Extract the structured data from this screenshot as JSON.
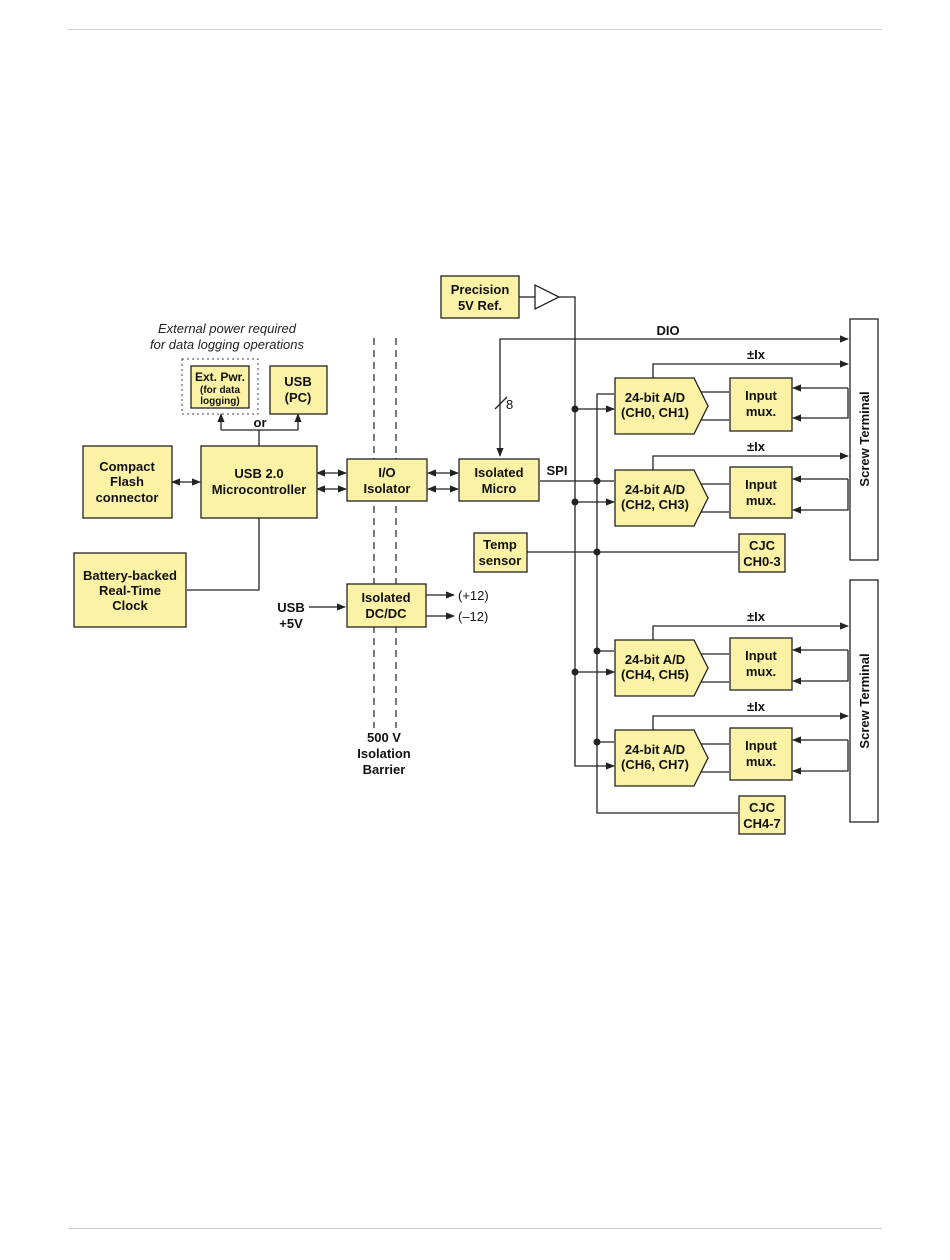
{
  "blocks": {
    "precision_ref": [
      "Precision",
      "5V Ref."
    ],
    "ext_pwr": [
      "Ext. Pwr."
    ],
    "ext_pwr_sub": [
      "(for data",
      "logging)"
    ],
    "usb_pc": [
      "USB",
      "(PC)"
    ],
    "compact_flash": [
      "Compact",
      "Flash",
      "connector"
    ],
    "usb_micro": [
      "USB 2.0",
      "Microcontroller"
    ],
    "io_isolator": [
      "I/O",
      "Isolator"
    ],
    "isolated_micro": [
      "Isolated",
      "Micro"
    ],
    "battery_clock": [
      "Battery-backed",
      "Real-Time",
      "Clock"
    ],
    "isolated_dcdc": [
      "Isolated",
      "DC/DC"
    ],
    "temp_sensor": [
      "Temp",
      "sensor"
    ],
    "adc_0": [
      "24-bit A/D",
      "(CH0, CH1)"
    ],
    "adc_1": [
      "24-bit A/D",
      "(CH2, CH3)"
    ],
    "adc_2": [
      "24-bit A/D",
      "(CH4, CH5)"
    ],
    "adc_3": [
      "24-bit A/D",
      "(CH6, CH7)"
    ],
    "mux": [
      "Input",
      "mux."
    ],
    "cjc_top": [
      "CJC",
      "CH0-3"
    ],
    "cjc_bottom": [
      "CJC",
      "CH4-7"
    ],
    "screw_terminal": "Screw Terminal"
  },
  "labels": {
    "ext_note": [
      "External power required",
      "for data logging operations"
    ],
    "or": "or",
    "dio": "DIO",
    "ix": "±Ix",
    "spi": "SPI",
    "bus_width": "8",
    "usb_5v": [
      "USB",
      "+5V"
    ],
    "plus12": "(+12)",
    "minus12": "(–12)",
    "barrier": [
      "500 V",
      "Isolation",
      "Barrier"
    ]
  }
}
